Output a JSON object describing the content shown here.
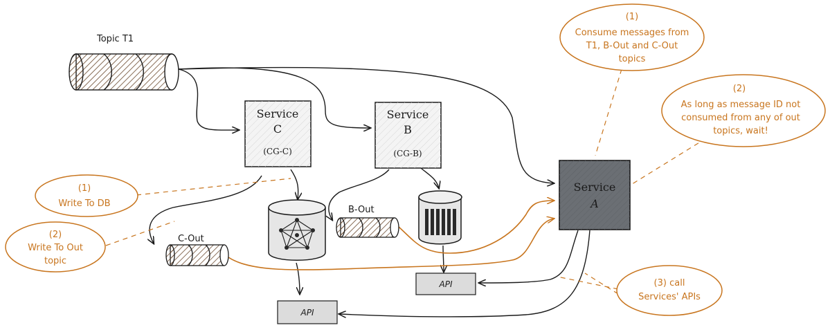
{
  "colors": {
    "ink": "#1a1a1a",
    "accent": "#c8751e",
    "service_a_fill": "#6b6f74",
    "service_fill": "#f4f4f4",
    "api_fill": "#dcdcdc",
    "db_fill": "#e6e6e6"
  },
  "topic_t1": {
    "label": "Topic T1"
  },
  "service_c": {
    "title": "Service",
    "letter": "C",
    "group": "(CG-C)"
  },
  "service_b": {
    "title": "Service",
    "letter": "B",
    "group": "(CG-B)"
  },
  "service_a": {
    "title": "Service",
    "letter": "A"
  },
  "b_out": {
    "label": "B-Out"
  },
  "c_out": {
    "label": "C-Out"
  },
  "api_c": {
    "label": "API"
  },
  "api_b": {
    "label": "API"
  },
  "notes": {
    "a1": {
      "num": "(1)",
      "lines": [
        "Consume messages from",
        "T1, B-Out and C-Out",
        "topics"
      ]
    },
    "a2": {
      "num": "(2)",
      "lines": [
        "As long as message ID not",
        "consumed from any of out",
        "topics, wait!"
      ]
    },
    "a3": {
      "num": "(3) call",
      "lines": [
        "Services' APIs"
      ]
    },
    "c1": {
      "num": "(1)",
      "lines": [
        "Write To DB"
      ]
    },
    "c2": {
      "num": "(2)",
      "lines": [
        "Write To Out",
        "topic"
      ]
    }
  }
}
